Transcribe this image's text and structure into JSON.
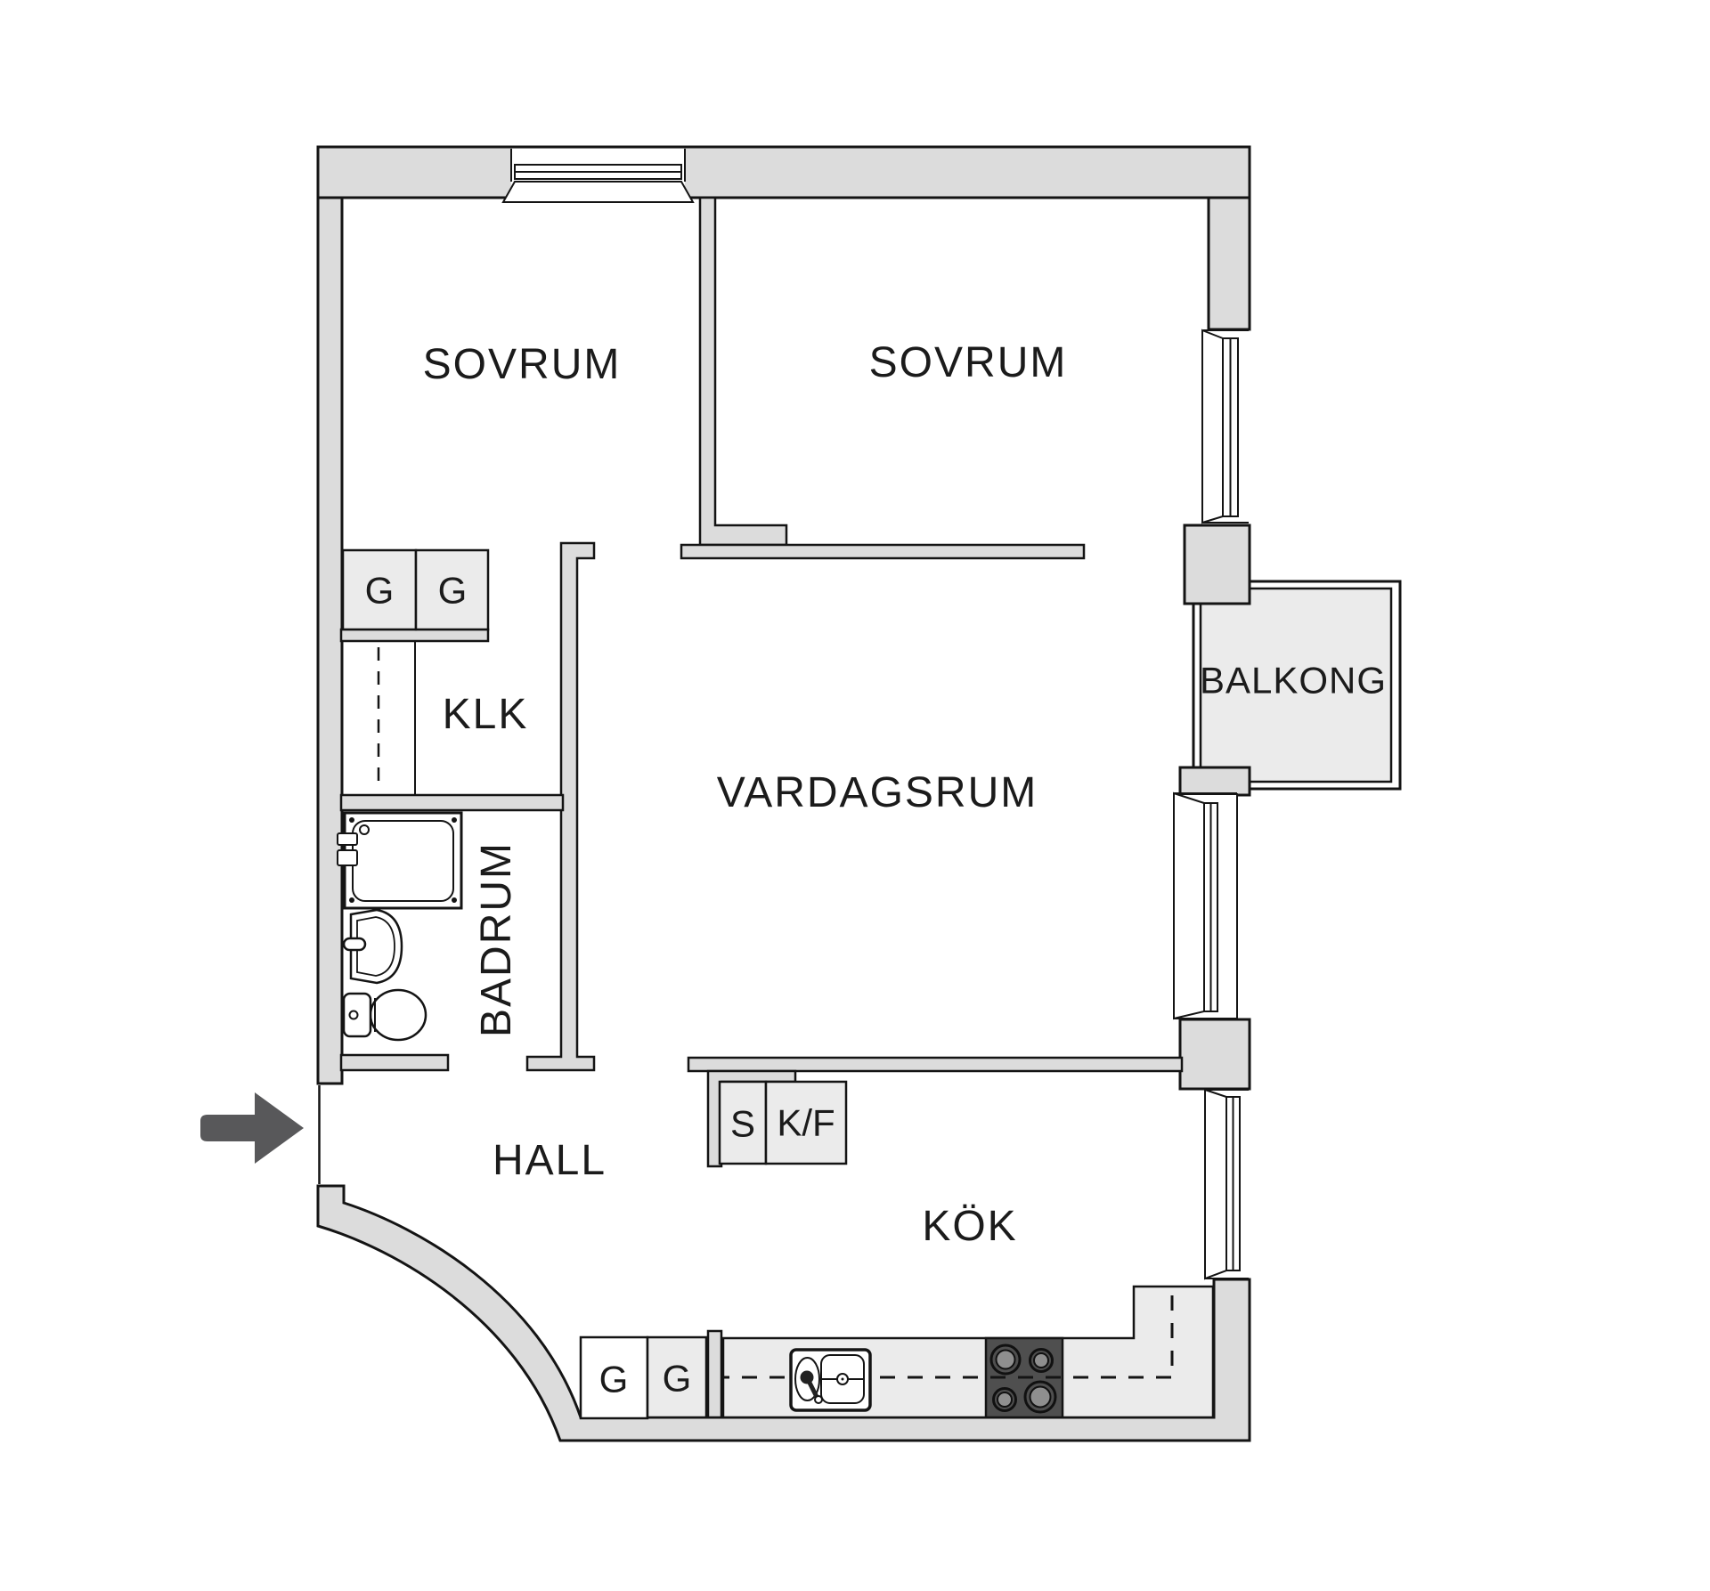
{
  "type": "apartment-floor-plan",
  "labels": {
    "bedroom_left": "SOVRUM",
    "bedroom_right": "SOVRUM",
    "living_room": "VARDAGSRUM",
    "kitchen": "KÖK",
    "hall": "HALL",
    "closet": "KLK",
    "bathroom": "BADRUM",
    "balcony": "BALKONG",
    "bedroom_wardrobes": [
      "G",
      "G"
    ],
    "hall_wardrobes": [
      "G",
      "G"
    ],
    "cabinet_s": "S",
    "fridge_freezer": "K/F"
  },
  "colors": {
    "wall_fill": "#dcdcdc",
    "furniture_fill": "#ebebeb",
    "floor_fill": "#ffffff",
    "outline": "#141414",
    "stove": "#4f4f4f",
    "entry_arrow": "#58585a"
  }
}
